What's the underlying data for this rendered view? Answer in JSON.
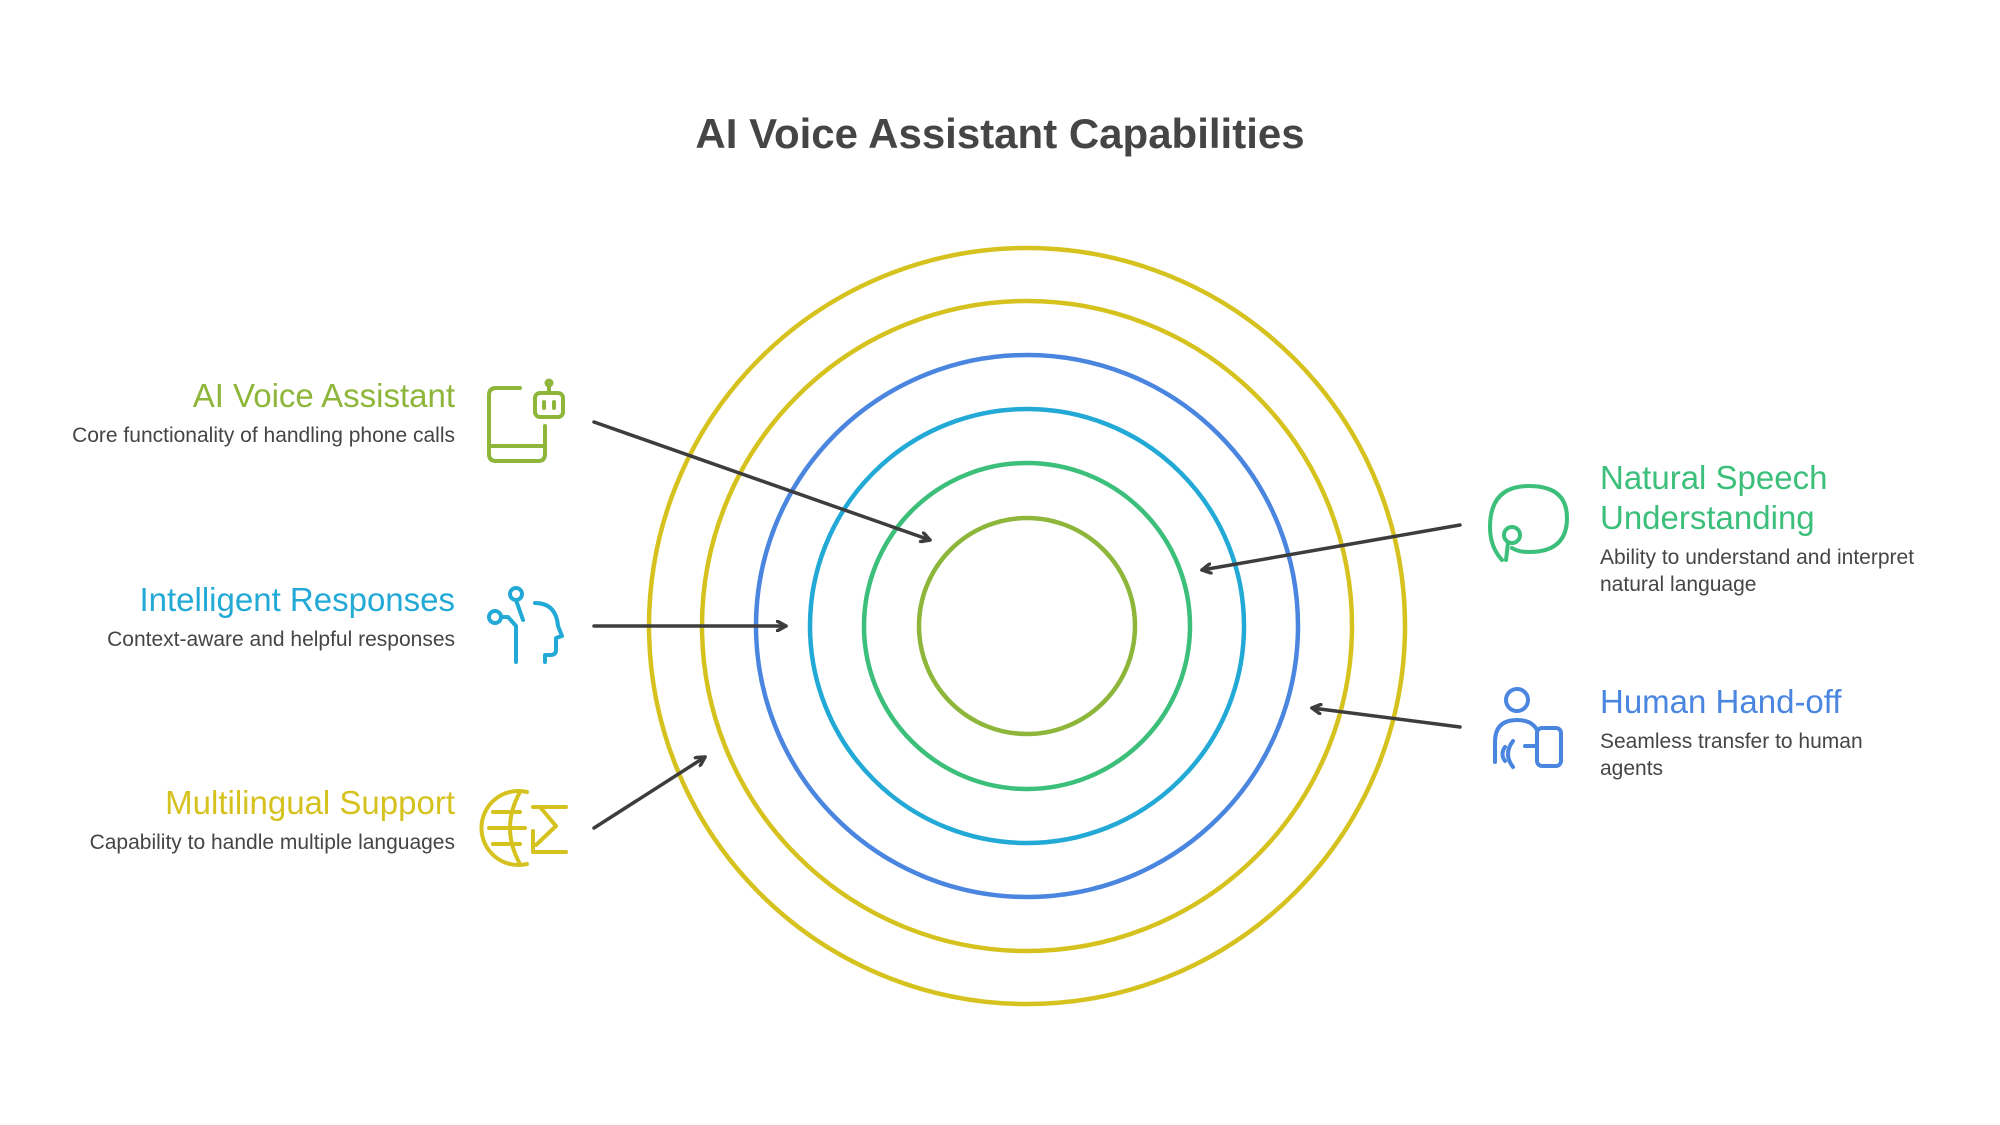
{
  "title": "AI Voice Assistant Capabilities",
  "colors": {
    "green": "#8db63a",
    "teal": "#3bbf7a",
    "cyan": "#22a9d6",
    "blue": "#4a86e0",
    "yellow": "#d6c21f",
    "text": "#454545",
    "arrow": "#3d3d3d"
  },
  "items": {
    "ai_voice_assistant": {
      "heading": "AI Voice Assistant",
      "description": "Core functionality of handling phone calls",
      "icon": "phone-robot-icon",
      "color": "#8db63a"
    },
    "intelligent_responses": {
      "heading": "Intelligent Responses",
      "description": "Context-aware and helpful responses",
      "icon": "head-circuit-icon",
      "color": "#22a9d6"
    },
    "multilingual_support": {
      "heading": "Multilingual Support",
      "description": "Capability to handle multiple languages",
      "icon": "globe-language-icon",
      "color": "#d6c21f"
    },
    "natural_speech": {
      "heading": "Natural Speech Understanding",
      "description": "Ability to understand and interpret natural language",
      "icon": "speech-bubble-icon",
      "color": "#3bbf7a"
    },
    "human_handoff": {
      "heading": "Human Hand-off",
      "description": "Seamless transfer to human agents",
      "icon": "person-phone-icon",
      "color": "#4a86e0"
    }
  }
}
